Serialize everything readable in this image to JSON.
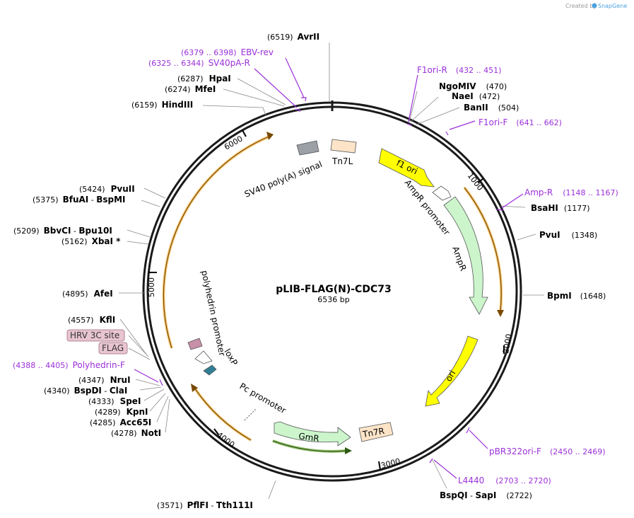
{
  "credit": {
    "created_by": "Created by",
    "brand": "SnapGene"
  },
  "plasmid": {
    "name": "pLIB-FLAG(N)-CDC73",
    "length_label": "6536 bp"
  },
  "ticks": [
    "1000",
    "2000",
    "3000",
    "4000",
    "5000",
    "6000"
  ],
  "features": {
    "f1_ori": "f1 ori",
    "ampr_promoter": "AmpR promoter",
    "ampr": "AmpR",
    "ori": "ori",
    "gmr": "GmR",
    "tn7r": "Tn7R",
    "tn7l": "Tn7L",
    "sv40_polya": "SV40 poly(A) signal",
    "polyhedrin_promoter": "polyhedrin promoter",
    "loxp": "loxP",
    "pc_promoter": "Pc promoter"
  },
  "tags": {
    "hrv3c": "HRV 3C site",
    "flag": "FLAG"
  },
  "sites": {
    "avrii": {
      "pos": "(6519)",
      "name": "AvrII"
    },
    "ngomiv": {
      "name": "NgoMIV",
      "pos": "(470)"
    },
    "naei": {
      "name": "NaeI",
      "pos": "(472)"
    },
    "banii": {
      "name": "BanII",
      "pos": "(504)"
    },
    "bsahi": {
      "name": "BsaHI",
      "pos": "(1177)"
    },
    "pvui": {
      "name": "PvuI",
      "pos": "(1348)"
    },
    "bpmi": {
      "name": "BpmI",
      "pos": "(1648)"
    },
    "bspqi": {
      "name": "BspQI",
      "sep": " - ",
      "name2": "SapI",
      "pos": "(2722)"
    },
    "pflfi": {
      "pos": "(3571)",
      "name": "PflFI",
      "sep": " - ",
      "name2": "Tth111I"
    },
    "hpai": {
      "pos": "(6287)",
      "name": "HpaI"
    },
    "mfei": {
      "pos": "(6274)",
      "name": "MfeI"
    },
    "hindiii": {
      "pos": "(6159)",
      "name": "HindIII"
    },
    "pvuii": {
      "pos": "(5424)",
      "name": "PvuII"
    },
    "bfuai": {
      "pos": "(5375)",
      "name": "BfuAI",
      "sep": " - ",
      "name2": "BspMI"
    },
    "bbvci": {
      "pos": "(5209)",
      "name": "BbvCI",
      "sep": " - ",
      "name2": "Bpu10I"
    },
    "xbai": {
      "pos": "(5162)",
      "name": "XbaI *"
    },
    "afei": {
      "pos": "(4895)",
      "name": "AfeI"
    },
    "kfli": {
      "pos": "(4557)",
      "name": "KflI"
    },
    "drui": {
      "pos": "(4347)",
      "name": "NruI"
    },
    "bspdi": {
      "pos": "(4340)",
      "name": "BspDI",
      "sep": " - ",
      "name2": "ClaI"
    },
    "spei": {
      "pos": "(4333)",
      "name": "SpeI"
    },
    "kpni": {
      "pos": "(4289)",
      "name": "KpnI"
    },
    "acc65i": {
      "pos": "(4285)",
      "name": "Acc65I"
    },
    "noti": {
      "pos": "(4278)",
      "name": "NotI"
    }
  },
  "primers": {
    "ebv_rev": {
      "range": "(6379 .. 6398)",
      "name": "EBV-rev"
    },
    "sv40pa_r": {
      "range": "(6325 .. 6344)",
      "name": "SV40pA-R"
    },
    "f1ori_r": {
      "name": "F1ori-R",
      "range": "(432 .. 451)"
    },
    "f1ori_f": {
      "name": "F1ori-F",
      "range": "(641 .. 662)"
    },
    "amp_r": {
      "name": "Amp-R",
      "range": "(1148 .. 1167)"
    },
    "pbr322ori_f": {
      "name": "pBR322ori-F",
      "range": "(2450 .. 2469)"
    },
    "l4440": {
      "name": "L4440",
      "range": "(2703 .. 2720)"
    },
    "polyhedrin_f": {
      "range": "(4388 .. 4405)",
      "name": "Polyhedrin-F"
    }
  },
  "colors": {
    "backbone": "#1a1a1a",
    "ori_yellow": "#ffff00",
    "ampr_green": "#ccf5cc",
    "orange_orf": "#f5a623",
    "primer_purple": "#9b30d9",
    "tn7_fill": "#fde4c8",
    "sv40_fill": "#9aa0a6",
    "tag_fill": "#e8c5d0"
  }
}
